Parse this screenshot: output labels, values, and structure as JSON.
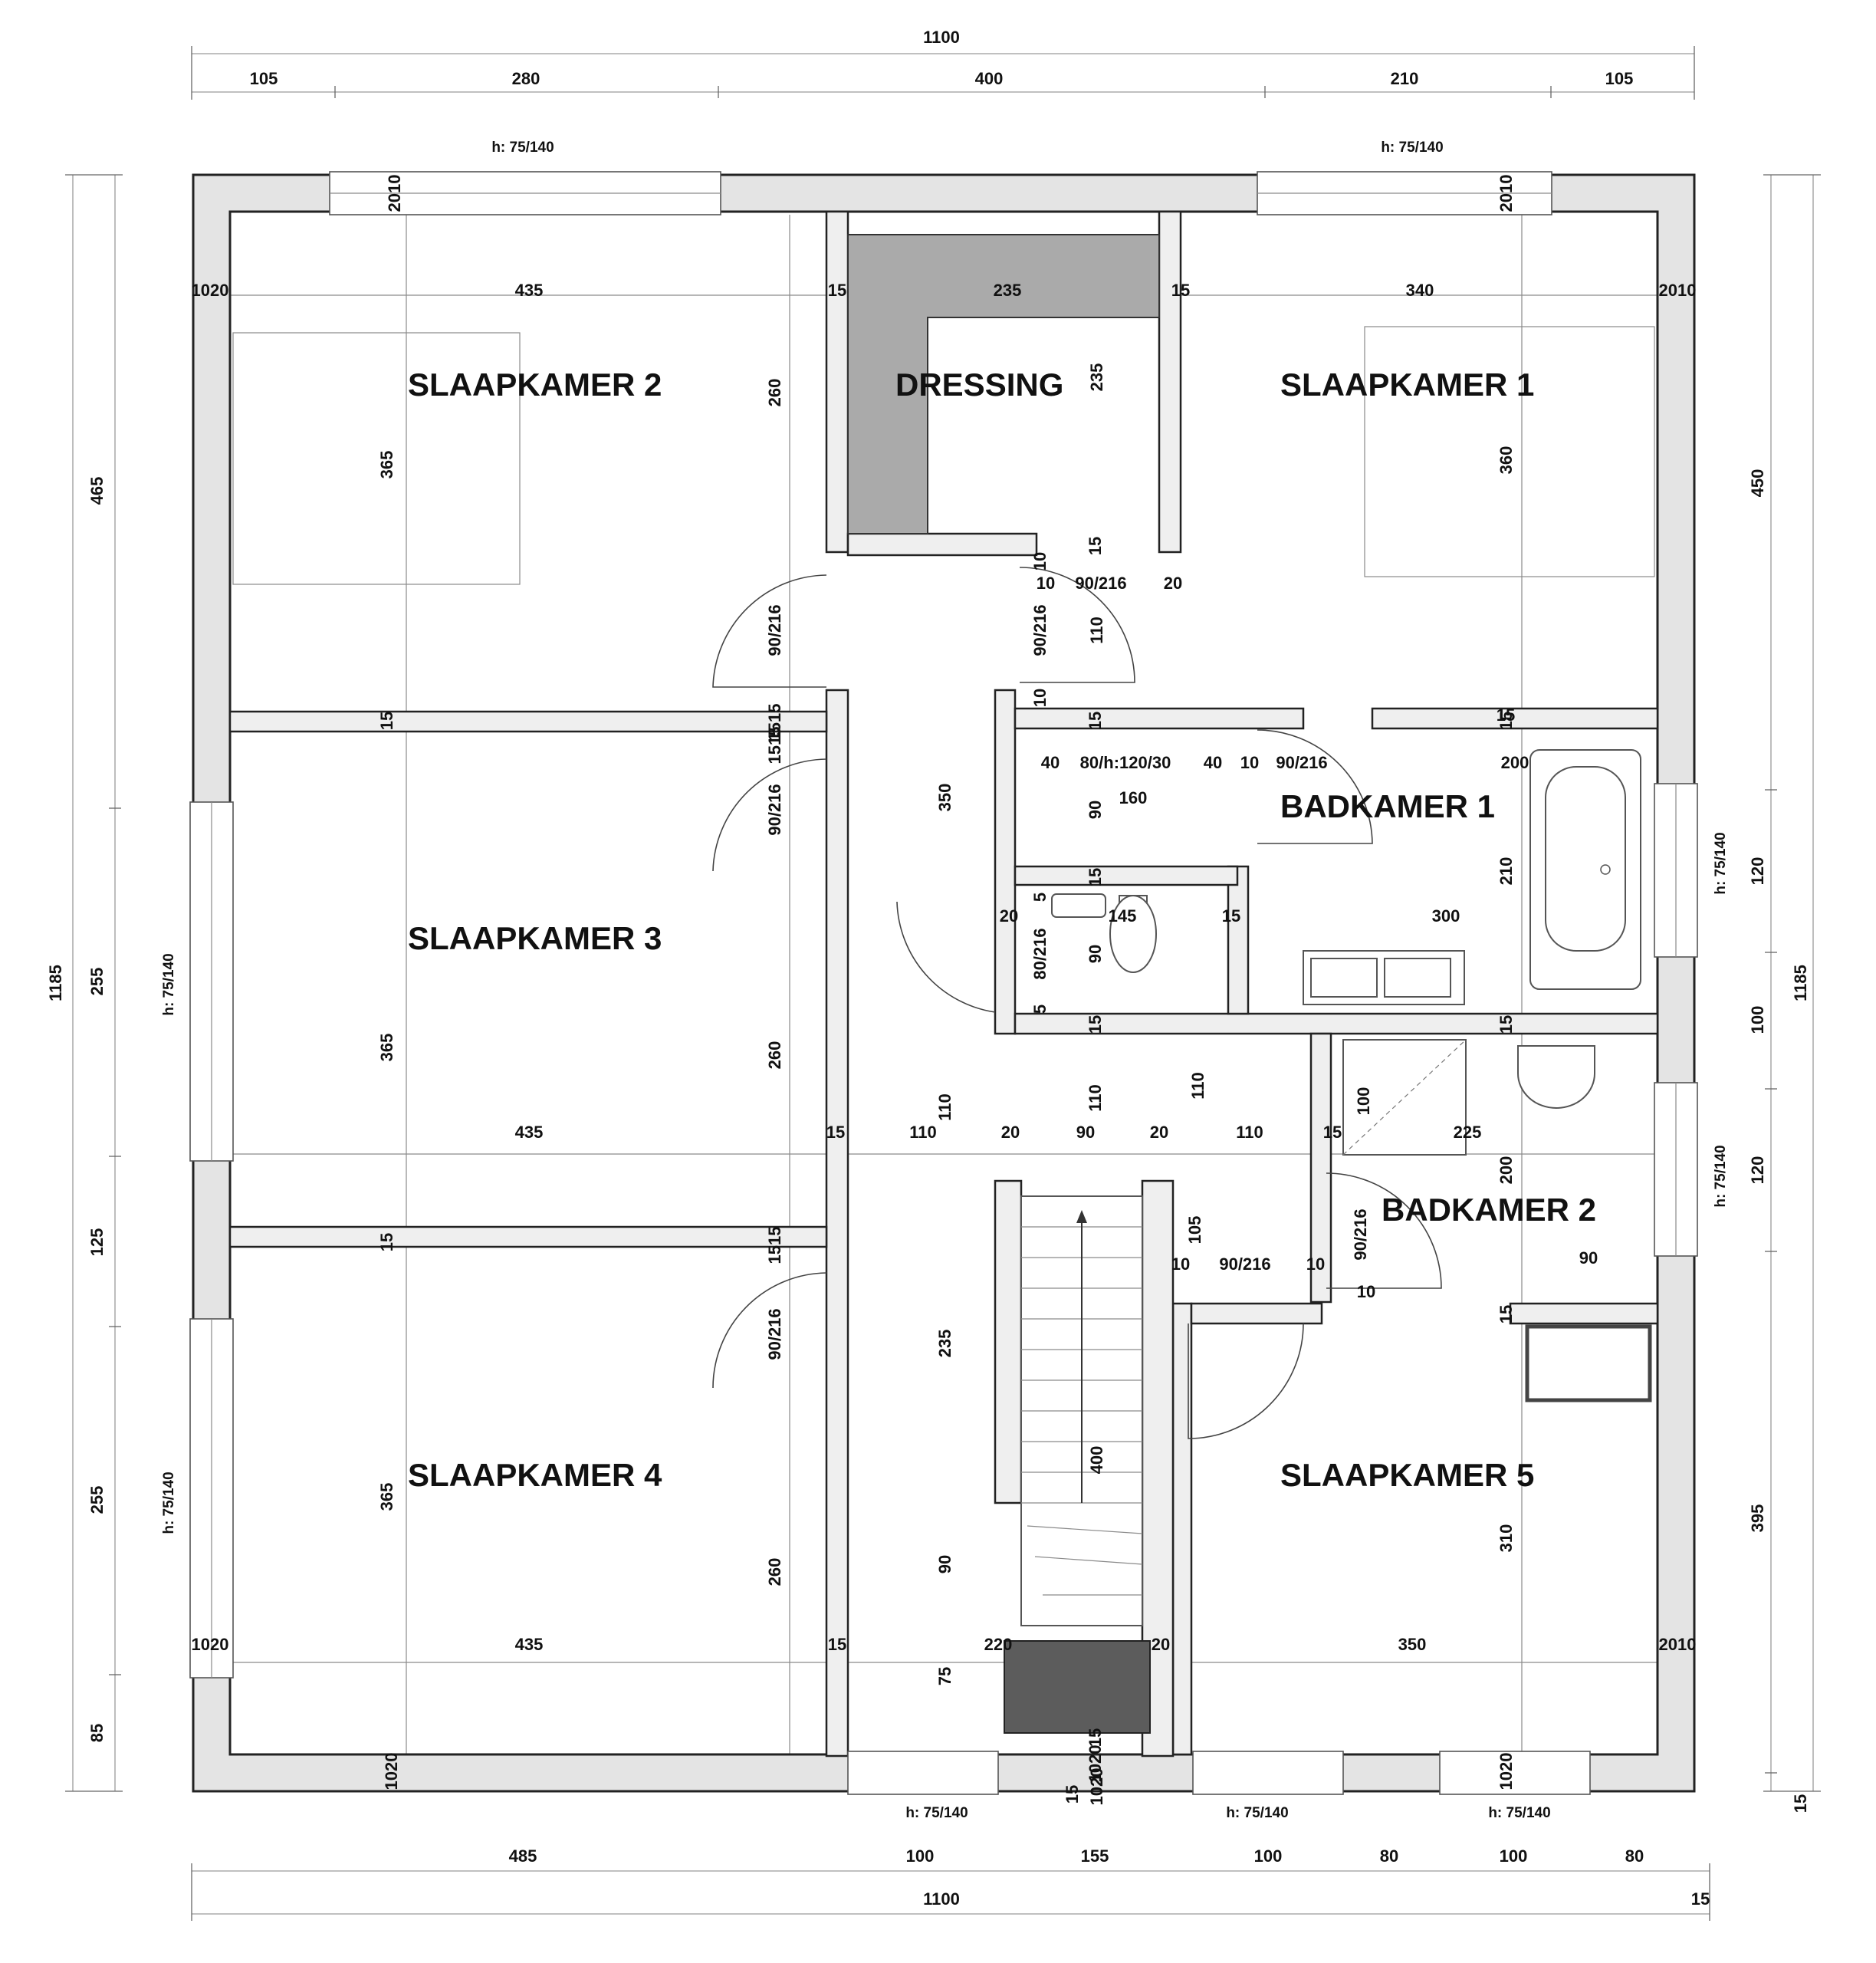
{
  "rooms": {
    "slaapkamer1": "SLAAPKAMER 1",
    "slaapkamer2": "SLAAPKAMER 2",
    "slaapkamer3": "SLAAPKAMER 3",
    "slaapkamer4": "SLAAPKAMER 4",
    "slaapkamer5": "SLAAPKAMER 5",
    "dressing": "DRESSING",
    "badkamer1": "BADKAMER 1",
    "badkamer2": "BADKAMER 2"
  },
  "dims_top": {
    "total": "1100",
    "seg1": "105",
    "seg2": "280",
    "seg3": "400",
    "seg4": "210",
    "seg5": "105"
  },
  "dims_bottom": {
    "seg1": "485",
    "seg2": "100",
    "seg3": "155",
    "seg4": "100",
    "seg5": "80",
    "seg6": "100",
    "seg7": "80",
    "total": "1100",
    "extra": "15"
  },
  "dims_left": {
    "total": "1185",
    "seg1": "465",
    "seg2": "255",
    "seg3": "125",
    "seg4": "255",
    "seg5": "85"
  },
  "dims_right": {
    "total": "1185",
    "seg1": "450",
    "seg2": "120",
    "seg3": "100",
    "seg4": "120",
    "seg5": "395",
    "seg6": "15"
  },
  "window_heights": {
    "top_left": "h: 75/140",
    "top_right": "h: 75/140",
    "left_1": "h: 75/140",
    "left_2": "h: 75/140",
    "right_1": "h: 75/140",
    "right_2": "h: 75/140",
    "bottom_1": "h: 75/140",
    "bottom_2": "h: 75/140",
    "bottom_3": "h: 75/140"
  },
  "interior_dims": [
    "2010",
    "2010",
    "1020",
    "435",
    "15",
    "235",
    "15",
    "340",
    "2010",
    "260",
    "235",
    "365",
    "360",
    "15",
    "10",
    "90/216",
    "20",
    "10",
    "90/216",
    "110",
    "90/216",
    "10",
    "15",
    "15",
    "1515",
    "1515",
    "15",
    "15",
    "40",
    "80/h:120/30",
    "40",
    "10",
    "90/216",
    "200",
    "90/216",
    "350",
    "90",
    "160",
    "210",
    "15",
    "5",
    "145",
    "15",
    "300",
    "20",
    "80/216",
    "90",
    "5",
    "15",
    "15",
    "365",
    "260",
    "110",
    "110",
    "110",
    "100",
    "435",
    "15",
    "110",
    "20",
    "90",
    "20",
    "110",
    "15",
    "225",
    "200",
    "15",
    "1515",
    "105",
    "10",
    "90/216",
    "10",
    "90/216",
    "90",
    "10",
    "15",
    "90/216",
    "235",
    "400",
    "365",
    "310",
    "90",
    "260",
    "1020",
    "435",
    "15",
    "220",
    "20",
    "350",
    "2010",
    "75",
    "1020",
    "1020",
    "15",
    "1020",
    "15",
    "1020"
  ]
}
